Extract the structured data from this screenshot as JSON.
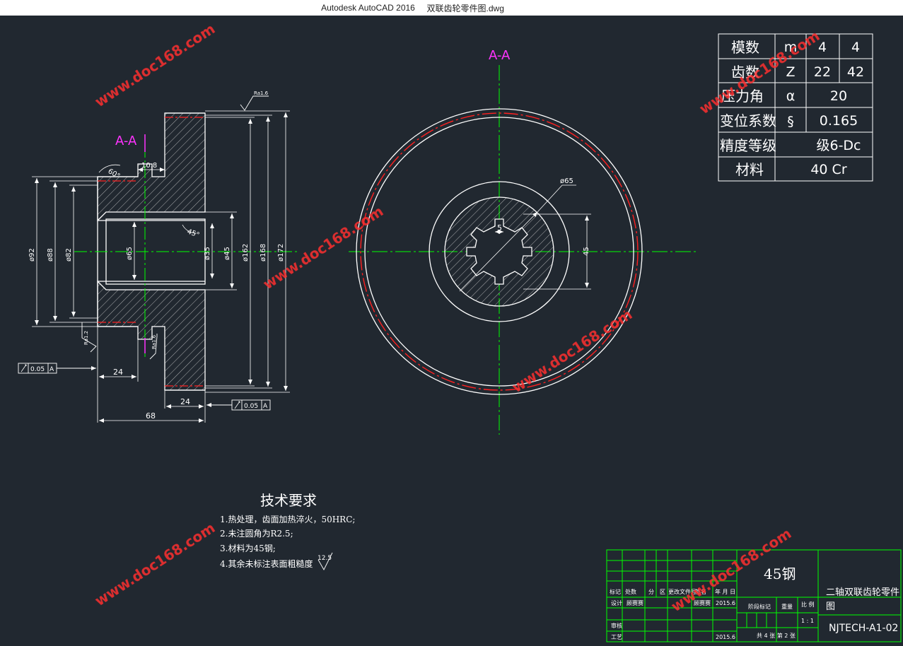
{
  "window": {
    "app_title": "Autodesk AutoCAD 2016",
    "file_name": "双联齿轮零件图.dwg"
  },
  "colors": {
    "background": "#212830",
    "outline": "#ffffff",
    "centerline": "#00ff00",
    "pitch_circle": "#ff2020",
    "dimension": "#ffffff",
    "section_label": "#ff33ff",
    "watermark": "#ff3030",
    "title_grid": "#00ff00"
  },
  "section_labels": {
    "left": "A-A",
    "right": "A-A"
  },
  "dimensions": {
    "d92": "ø92",
    "d88": "ø88",
    "d82": "ø82",
    "d65_axial": "ø65",
    "d35": "ø35",
    "d45_axial": "ø45",
    "d162": "ø162",
    "d168": "ø168",
    "d172": "ø172",
    "len24_left": "24",
    "len24_right": "24",
    "len68": "68",
    "groove": "10.8",
    "angle60": "60°",
    "angle45": "45°",
    "d65_face": "ø65",
    "key5": "5",
    "h45": "45",
    "rough_top": "Ra1.6",
    "rough_left": "Ra1.2",
    "rough_mid": "Ra1.6"
  },
  "tolerances": {
    "left": {
      "value": "0.05",
      "datum": "A"
    },
    "bottom": {
      "value": "0.05",
      "datum": "A"
    }
  },
  "gear_table": {
    "rows": [
      {
        "label": "模数",
        "symbol": "m",
        "v1": "4",
        "v2": "4"
      },
      {
        "label": "齿数",
        "symbol": "Z",
        "v1": "22",
        "v2": "42"
      },
      {
        "label": "压力角",
        "symbol": "α",
        "v": "20"
      },
      {
        "label": "变位系数",
        "symbol": "§",
        "v": "0.165"
      },
      {
        "label": "精度等级",
        "symbol": "",
        "v": "级6-Dc"
      },
      {
        "label": "材料",
        "symbol": "",
        "v": "40 Cr"
      }
    ]
  },
  "tech_requirements": {
    "heading": "技术要求",
    "items": [
      "1.热处理，齿面加热淬火，50HRC;",
      "2.未注圆角为R2.5;",
      "3.材料为45钢;",
      "4.其余未标注表面粗糙度"
    ],
    "roughness_symbol": "12.5"
  },
  "title_block": {
    "material": "45钢",
    "part_name_l1": "二轴双联齿轮零件",
    "part_name_l2": "图",
    "drawing_no": "NJTECH-A1-02",
    "head_cells": [
      "标记",
      "处数",
      "分",
      "区",
      "更改文件号",
      "签名",
      "年 月 日"
    ],
    "design_label": "设计",
    "designer": "顾赛赛",
    "standard_by": "顾赛赛",
    "date1": "2015.6",
    "stage_label": "阶段标记",
    "weight_label": "重量",
    "scale_label": "比 例",
    "scale": "1 : 1",
    "review_label": "审核",
    "process_label": "工艺",
    "date2": "2015.6",
    "sheets": "共 4 张  第 2 张"
  },
  "watermark_text": "www.doc168.com"
}
